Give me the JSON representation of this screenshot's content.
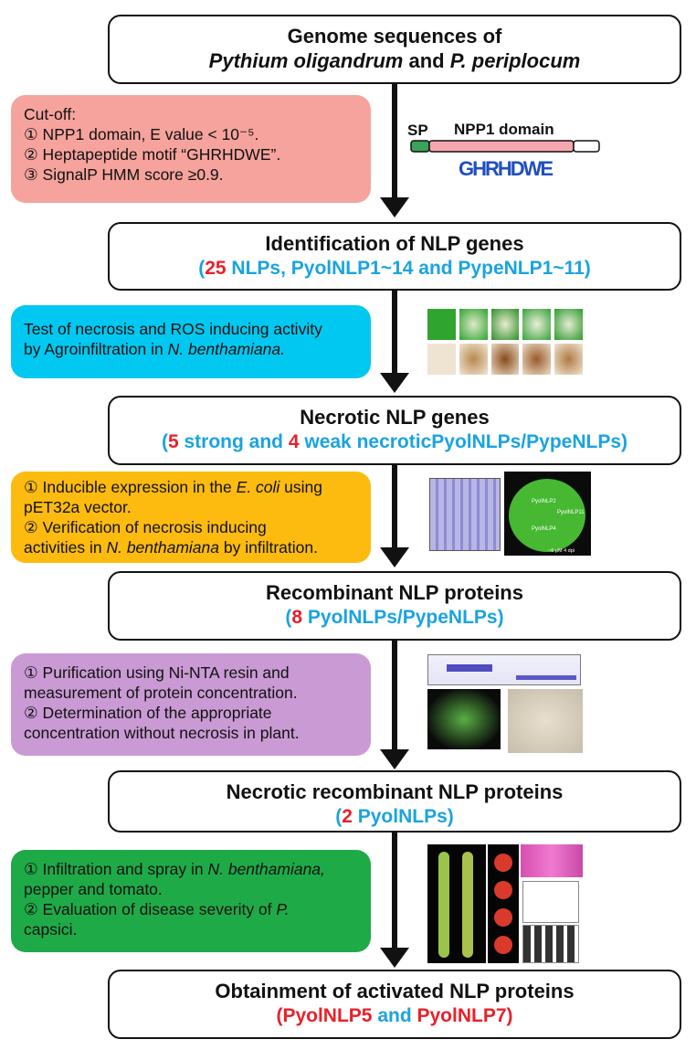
{
  "main_boxes": [
    {
      "line1": "Genome sequences of",
      "line2_italic_a": "Pythium oligandrum",
      "line2_mid": " and ",
      "line2_italic_b": "P. periplocum"
    },
    {
      "title": "Identification of NLP genes",
      "open": "(",
      "num": "25",
      "rest": " NLPs, PyolNLP1~14 and PypeNLP1~11)"
    },
    {
      "title": "Necrotic NLP genes",
      "open": "(",
      "num1": "5",
      "mid": " strong and ",
      "num2": "4",
      "rest": " weak necroticPyolNLPs/PypeNLPs)"
    },
    {
      "title": "Recombinant NLP proteins",
      "open": "(",
      "num": "8",
      "rest": " PyolNLPs/PypeNLPs",
      "close": ")"
    },
    {
      "title": "Necrotic recombinant NLP proteins",
      "open": "(",
      "num": "2",
      "rest": " PyolNLPs",
      "close": ")"
    },
    {
      "title": "Obtainment of activated NLP proteins",
      "open": "(",
      "a": "PyolNLP5",
      "and": " and ",
      "b": "PyolNLP7",
      "close": ")"
    }
  ],
  "side_boxes": [
    {
      "lines": [
        "Cut-off:",
        "① NPP1 domain, E value < 10⁻⁵.",
        "② Heptapeptide motif “GHRHDWE”.",
        "③ SignalP HMM score ≥0.9."
      ],
      "color": "#f5a39c"
    },
    {
      "line1": "Test of necrosis and ROS inducing activity",
      "line2a": "by Agroinfiltration in ",
      "line2b": "N. benthamiana.",
      "color": "#00c8f0"
    },
    {
      "l1a": "① Inducible expression in the ",
      "l1b": "E. coli",
      "l1c": " using",
      "l2": "pET32a vector.",
      "l3": "② Verification of necrosis inducing",
      "l4a": "activities in ",
      "l4b": "N. benthamiana",
      "l4c": " by infiltration.",
      "color": "#fdbb10"
    },
    {
      "lines": [
        "① Purification using Ni-NTA resin and",
        "measurement of protein concentration.",
        "② Determination of the appropriate",
        "concentration without necrosis in plant."
      ],
      "color": "#c99ad3"
    },
    {
      "l1a": "① Infiltration and spray in ",
      "l1b": "N. benthamiana,",
      "l2": "pepper and tomato.",
      "l3a": "② Evaluation of disease severity of ",
      "l3b": "P.",
      "l4": "capsici.",
      "color": "#1faa48"
    }
  ],
  "domain_figure": {
    "sp": "SP",
    "domain": "NPP1 domain",
    "motif": "GHRHDWE"
  },
  "gel_labels": [
    "PyolNLP2",
    "PyolNLP11",
    "PyolNLP4",
    "~6 μM 4 dpi"
  ],
  "colors": {
    "blue": "#1aa3e0",
    "red": "#e8212a"
  }
}
